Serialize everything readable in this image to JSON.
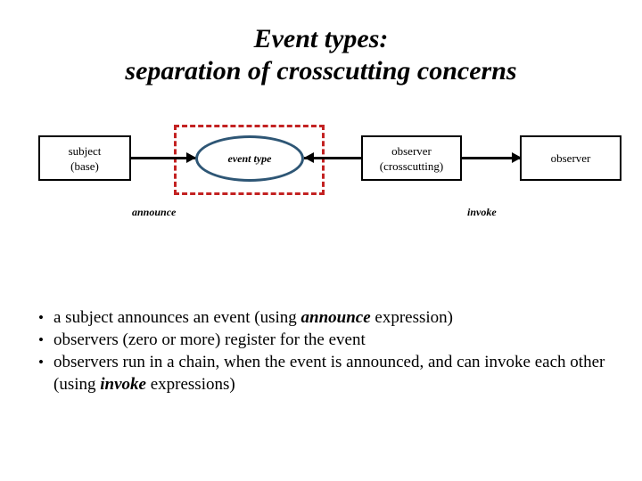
{
  "slide": {
    "title": {
      "line1": "Event types:",
      "line2": "separation of crosscutting concerns"
    },
    "diagram": {
      "nodes": [
        {
          "id": "subject",
          "line1": "subject",
          "line2": "(base)"
        },
        {
          "id": "event-type",
          "label": "event type"
        },
        {
          "id": "observer-cc",
          "line1": "observer",
          "line2": "(crosscutting)"
        },
        {
          "id": "observer",
          "line1": "observer",
          "line2": ""
        }
      ],
      "edge_labels": {
        "announce": "announce",
        "invoke": "invoke"
      },
      "colors": {
        "aspect_border": "#c32222",
        "ellipse_border": "#2e5675",
        "box_border": "#000000",
        "connector": "#000000",
        "text": "#000000",
        "background": "#ffffff"
      }
    },
    "bullets": [
      {
        "marker": "•",
        "parts": [
          {
            "text": "a subject announces an event (using ",
            "emphasis": false
          },
          {
            "text": "announce",
            "emphasis": true
          },
          {
            "text": " expression)",
            "emphasis": false
          }
        ]
      },
      {
        "marker": "•",
        "parts": [
          {
            "text": "observers (zero or more) register for the event",
            "emphasis": false
          }
        ]
      },
      {
        "marker": "•",
        "parts": [
          {
            "text": "observers run in a chain, when the event is announced, and can invoke each other (using ",
            "emphasis": false
          },
          {
            "text": "invoke",
            "emphasis": true
          },
          {
            "text": " expressions)",
            "emphasis": false
          }
        ]
      }
    ]
  }
}
